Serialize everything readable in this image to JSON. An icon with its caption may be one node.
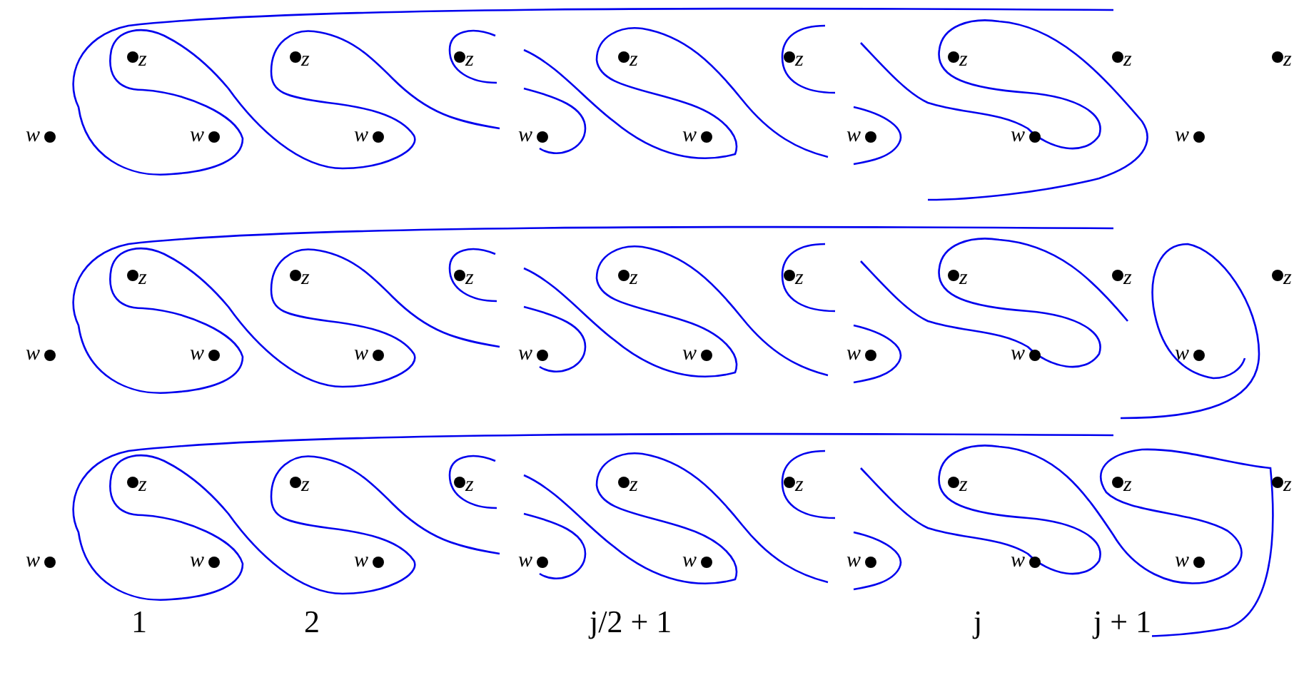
{
  "diagram": {
    "labels": [
      "z",
      "z",
      "z",
      "z",
      "z",
      "z",
      "z",
      "z",
      "w",
      "w",
      "w",
      "w",
      "w",
      "w",
      "w",
      "w",
      "z",
      "z",
      "z",
      "z",
      "z",
      "z",
      "z",
      "z",
      "w",
      "w",
      "w",
      "w",
      "w",
      "w",
      "w",
      "w",
      "z",
      "z",
      "z",
      "z",
      "z",
      "z",
      "z",
      "z",
      "w",
      "w",
      "w",
      "w",
      "w",
      "w",
      "w",
      "w",
      "1",
      "2",
      "j/2 + 1",
      "j",
      "j + 1"
    ]
  }
}
